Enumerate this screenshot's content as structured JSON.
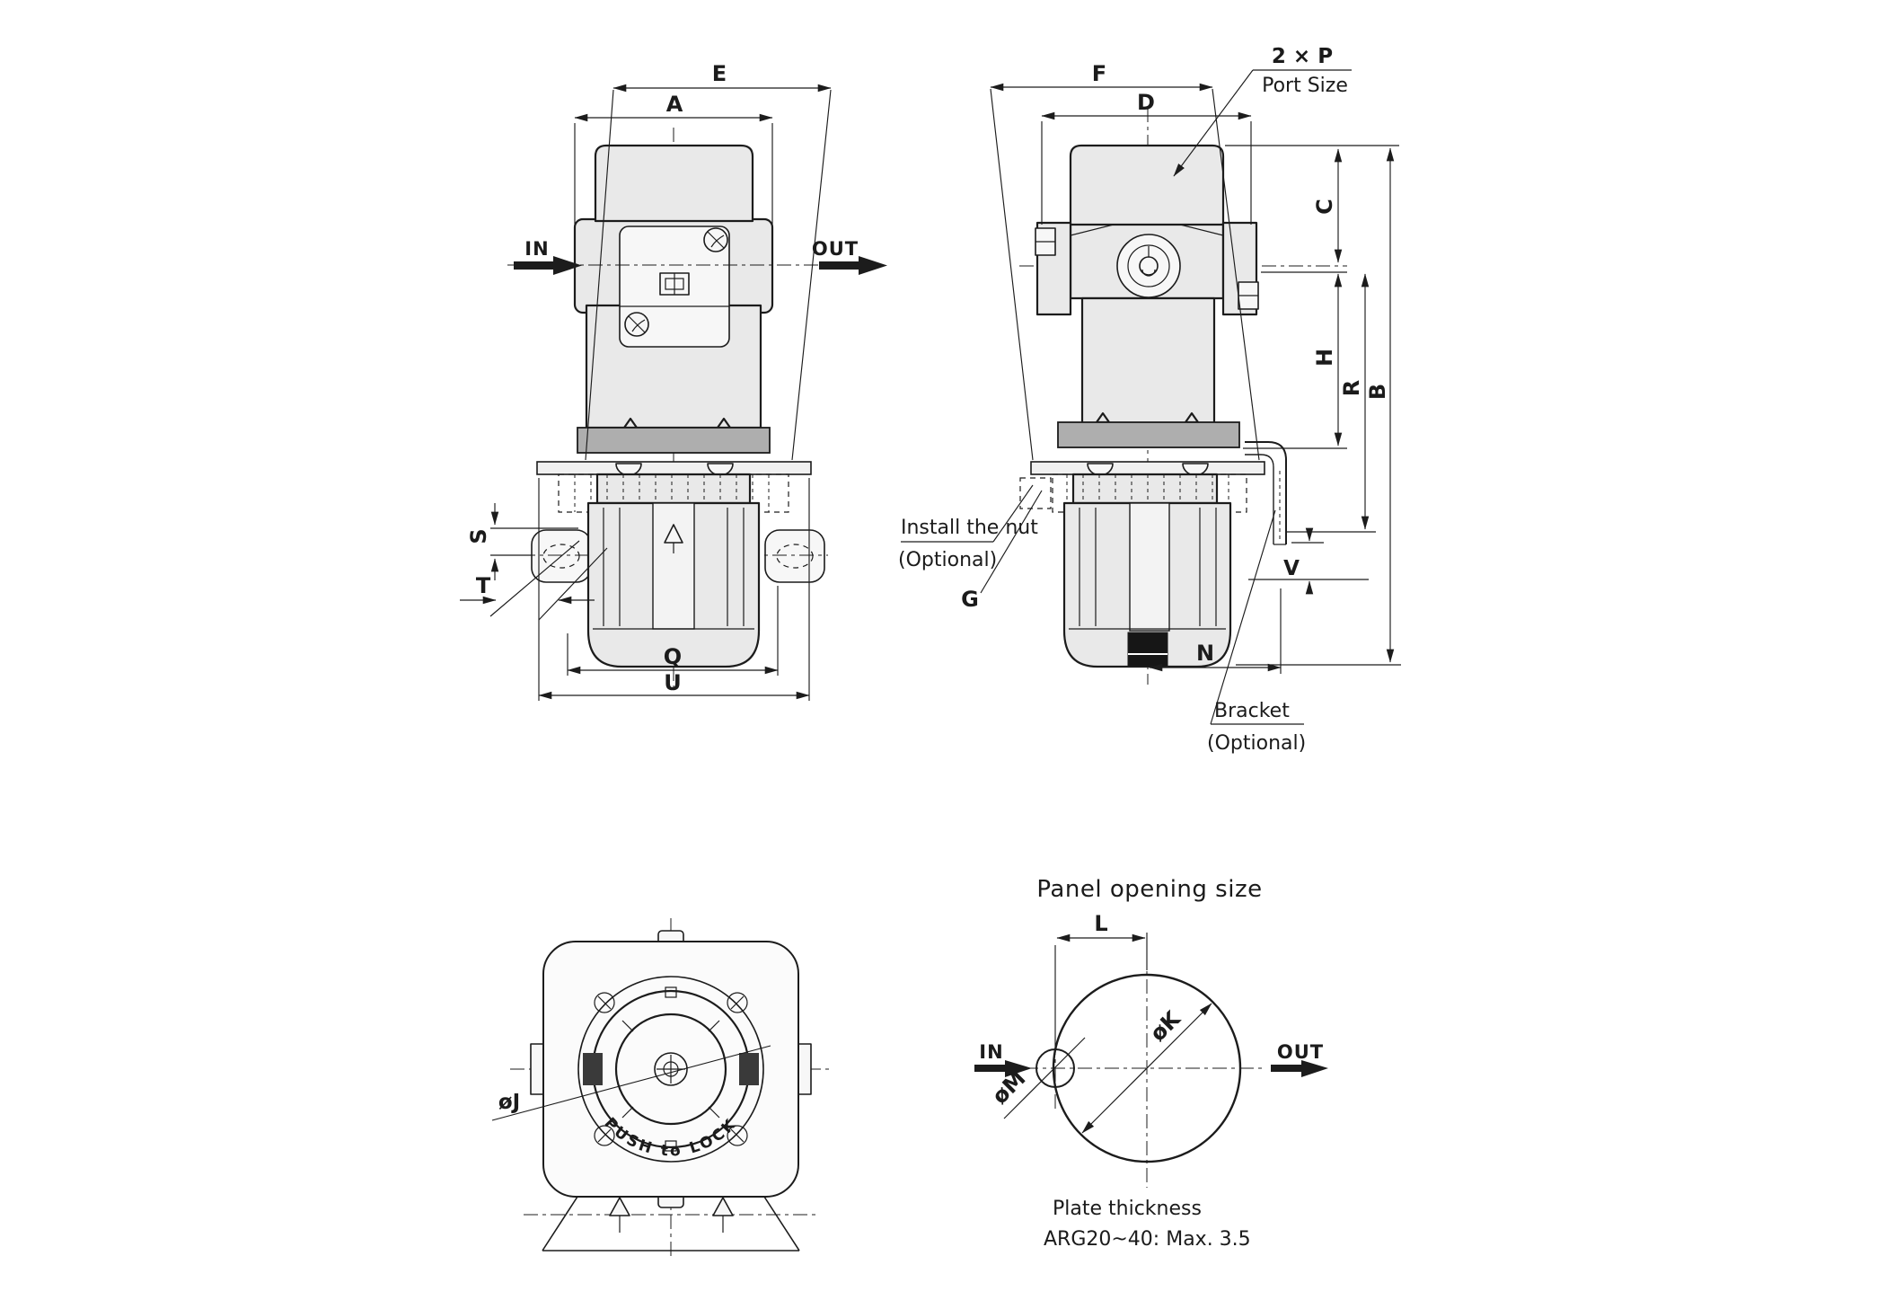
{
  "drawing": {
    "colors": {
      "background": "#ffffff",
      "line": "#1c1c1c",
      "body_fill": "#e9e9e9",
      "band_fill": "#aeaeae",
      "drain_fill": "#161616"
    },
    "front_view": {
      "dim_e": "E",
      "dim_a": "A",
      "flow_in": "IN",
      "flow_out": "OUT",
      "dim_s": "S",
      "dim_t": "T",
      "dim_q": "Q",
      "dim_u": "U"
    },
    "side_view": {
      "dim_f": "F",
      "dim_d": "D",
      "port_count_label": "2 × P",
      "port_size_label": "Port Size",
      "dim_c": "C",
      "dim_h": "H",
      "dim_r": "R",
      "dim_b": "B",
      "dim_v": "V",
      "dim_n": "N",
      "dim_g": "G",
      "nut_note_line1": "Install the nut",
      "nut_note_line2": "(Optional)",
      "bracket_note_line1": "Bracket",
      "bracket_note_line2": "(Optional)"
    },
    "bottom_view": {
      "dim_j": "øJ",
      "knob_text": "PUSH to LOCK"
    },
    "panel_view": {
      "title": "Panel opening size",
      "dim_l": "L",
      "dim_k": "øK",
      "dim_m": "øM",
      "flow_in": "IN",
      "flow_out": "OUT",
      "note_line1": "Plate thickness",
      "note_line2": "ARG20~40: Max. 3.5"
    }
  }
}
